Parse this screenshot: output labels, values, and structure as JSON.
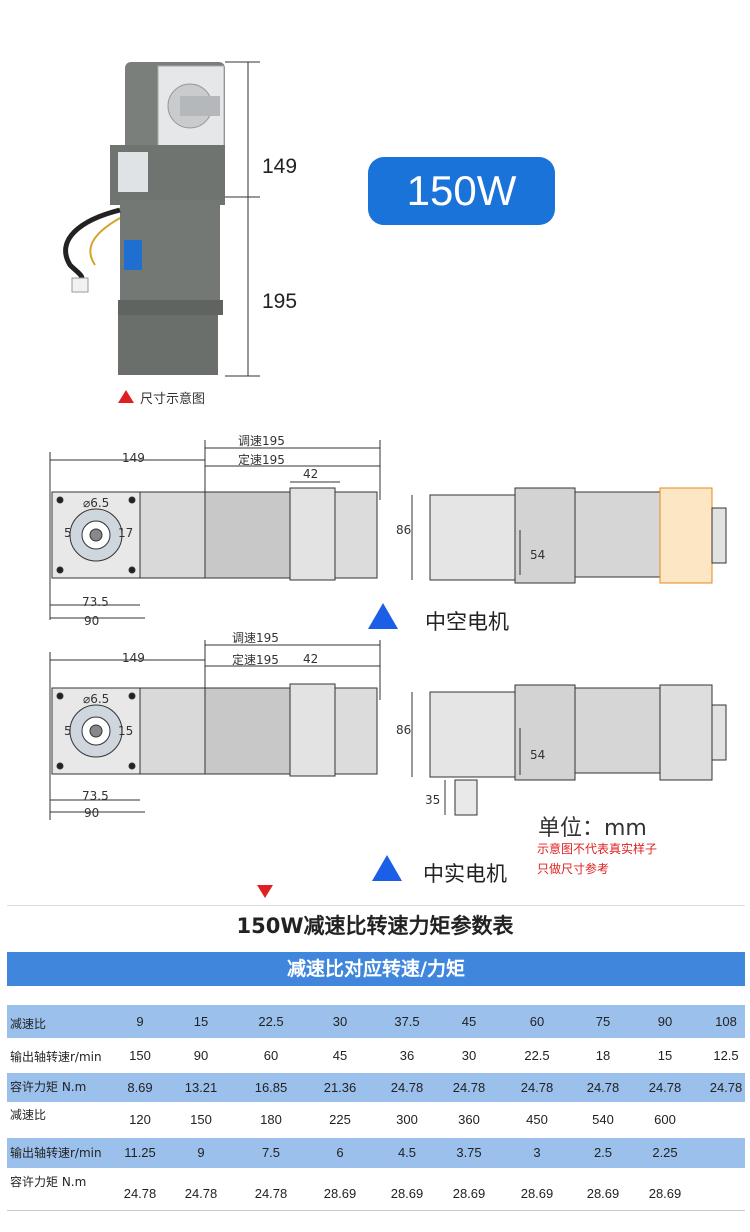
{
  "top": {
    "dim_upper": "149",
    "dim_lower": "195",
    "power": "150W",
    "caption": "尺寸示意图"
  },
  "drawing_hollow": {
    "dim_149": "149",
    "dim_speed_reg": "调速195",
    "dim_speed_fixed": "定速195",
    "dim_42": "42",
    "hole_dia": "⌀6.5",
    "dim_5": "5",
    "dim_17": "17",
    "dim_73_5": "73.5",
    "dim_90": "90",
    "dim_86": "86",
    "dim_54": "54",
    "label": "中空电机"
  },
  "drawing_solid": {
    "dim_149": "149",
    "dim_speed_reg": "调速195",
    "dim_speed_fixed": "定速195",
    "dim_42": "42",
    "hole_dia": "⌀6.5",
    "dim_5": "5",
    "dim_15": "15",
    "dim_73_5": "73.5",
    "dim_90": "90",
    "dim_86": "86",
    "dim_54": "54",
    "dim_35": "35",
    "label": "中实电机"
  },
  "notes": {
    "unit": "单位：mm",
    "line1": "示意图不代表真实样子",
    "line2": "只做尺寸参考"
  },
  "table": {
    "title": "150W减速比转速力矩参数表",
    "band": "减速比对应转速/力矩",
    "rows": [
      {
        "label": "减速比",
        "values": [
          "9",
          "15",
          "22.5",
          "30",
          "37.5",
          "45",
          "60",
          "75",
          "90",
          "108"
        ]
      },
      {
        "label": "输出轴转速r/min",
        "values": [
          "150",
          "90",
          "60",
          "45",
          "36",
          "30",
          "22.5",
          "18",
          "15",
          "12.5"
        ]
      },
      {
        "label": "容许力矩 N.m",
        "values": [
          "8.69",
          "13.21",
          "16.85",
          "21.36",
          "24.78",
          "24.78",
          "24.78",
          "24.78",
          "24.78",
          "24.78"
        ]
      },
      {
        "label": "减速比",
        "values": [
          "120",
          "150",
          "180",
          "225",
          "300",
          "360",
          "450",
          "540",
          "600",
          ""
        ]
      },
      {
        "label": "输出轴转速r/min",
        "values": [
          "11.25",
          "9",
          "7.5",
          "6",
          "4.5",
          "3.75",
          "3",
          "2.5",
          "2.25",
          ""
        ]
      },
      {
        "label": "容许力矩 N.m",
        "values": [
          "24.78",
          "24.78",
          "24.78",
          "28.69",
          "28.69",
          "28.69",
          "28.69",
          "28.69",
          "28.69",
          ""
        ]
      }
    ]
  },
  "colors": {
    "accent_blue": "#1a73d8",
    "band_blue": "#3f86dc",
    "row_shade": "#9bc0ec",
    "red": "#e02020"
  }
}
